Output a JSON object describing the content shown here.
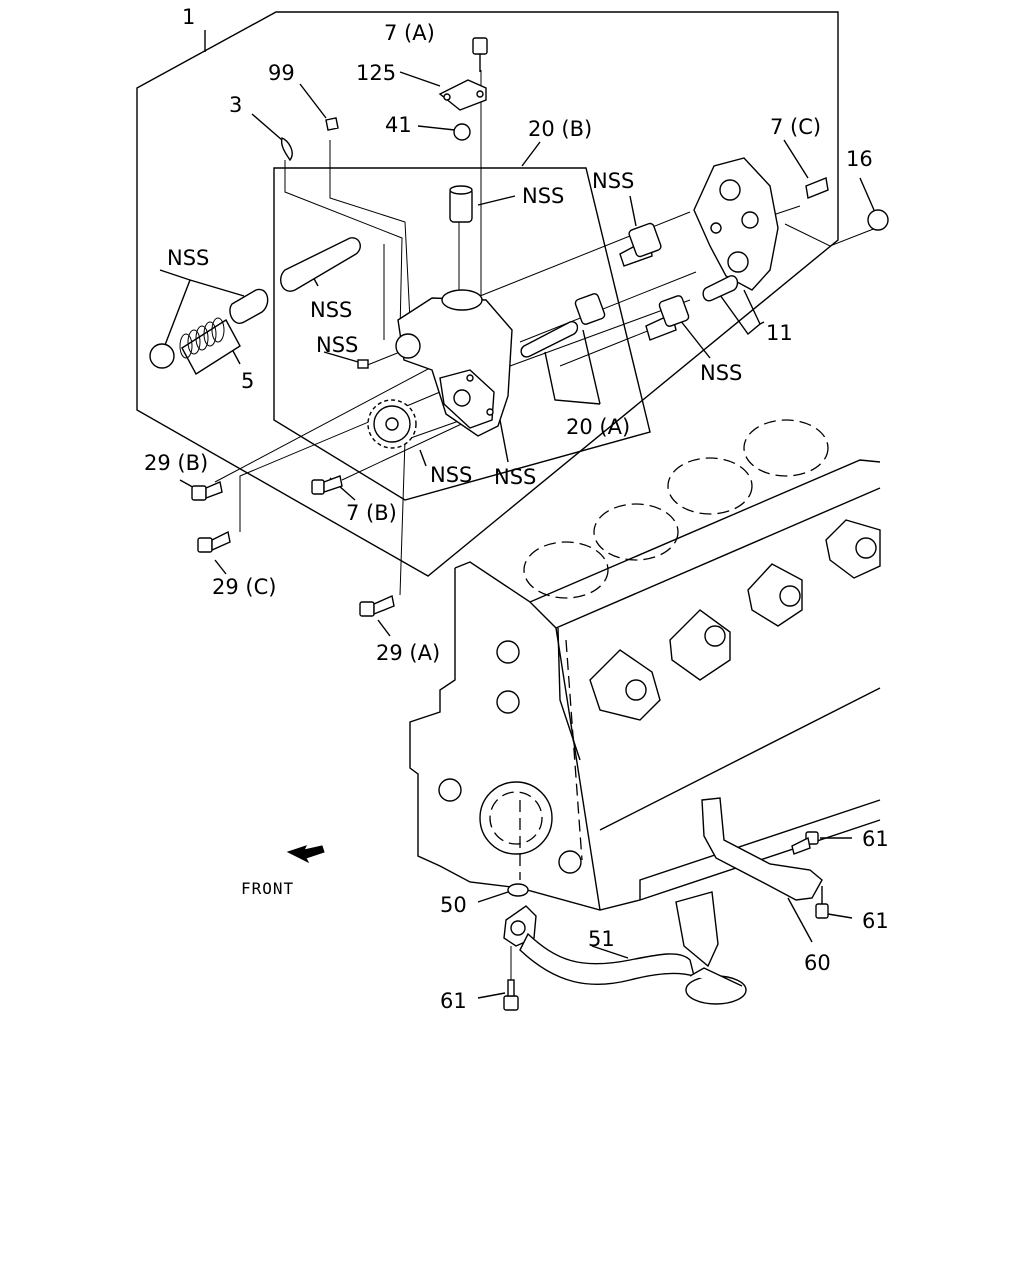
{
  "labels": {
    "l1": "1",
    "l7a": "7 (A)",
    "l125": "125",
    "l99": "99",
    "l3": "3",
    "l41": "41",
    "l20b": "20 (B)",
    "l7c": "7 (C)",
    "l16": "16",
    "nss_top": "NSS",
    "nss_gear_top": "NSS",
    "nss_pin": "NSS",
    "nss_left": "NSS",
    "l5": "5",
    "nss_screw": "NSS",
    "l11": "11",
    "nss_gear_right": "NSS",
    "l20a": "20 (A)",
    "nss_gear_bottom": "NSS",
    "nss_housing": "NSS",
    "l29b": "29 (B)",
    "l7b": "7 (B)",
    "l29c": "29 (C)",
    "l29a": "29 (A)",
    "l61_a": "61",
    "front": "FRONT",
    "l61_b": "61",
    "l50": "50",
    "l51": "51",
    "l60": "60",
    "l61_c": "61"
  },
  "icons": {
    "front_arrow": "front-arrow-icon"
  }
}
